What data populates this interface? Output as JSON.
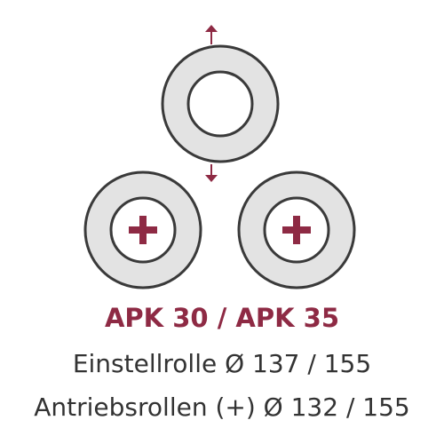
{
  "title": "APK 30 / APK 35",
  "adjustment_roller_label": "Einstellrolle Ø 137 / 155",
  "drive_rollers_label": "Antriebsrollen (+) Ø 132 / 155",
  "colors": {
    "accent": "#8e2a44",
    "roller_fill": "#e3e3e3",
    "roller_outline": "#3a3a3a",
    "text": "#333333"
  },
  "icons": {
    "adjust_up": "arrow-up-icon",
    "adjust_down": "arrow-down-icon",
    "drive": "plus-icon"
  }
}
